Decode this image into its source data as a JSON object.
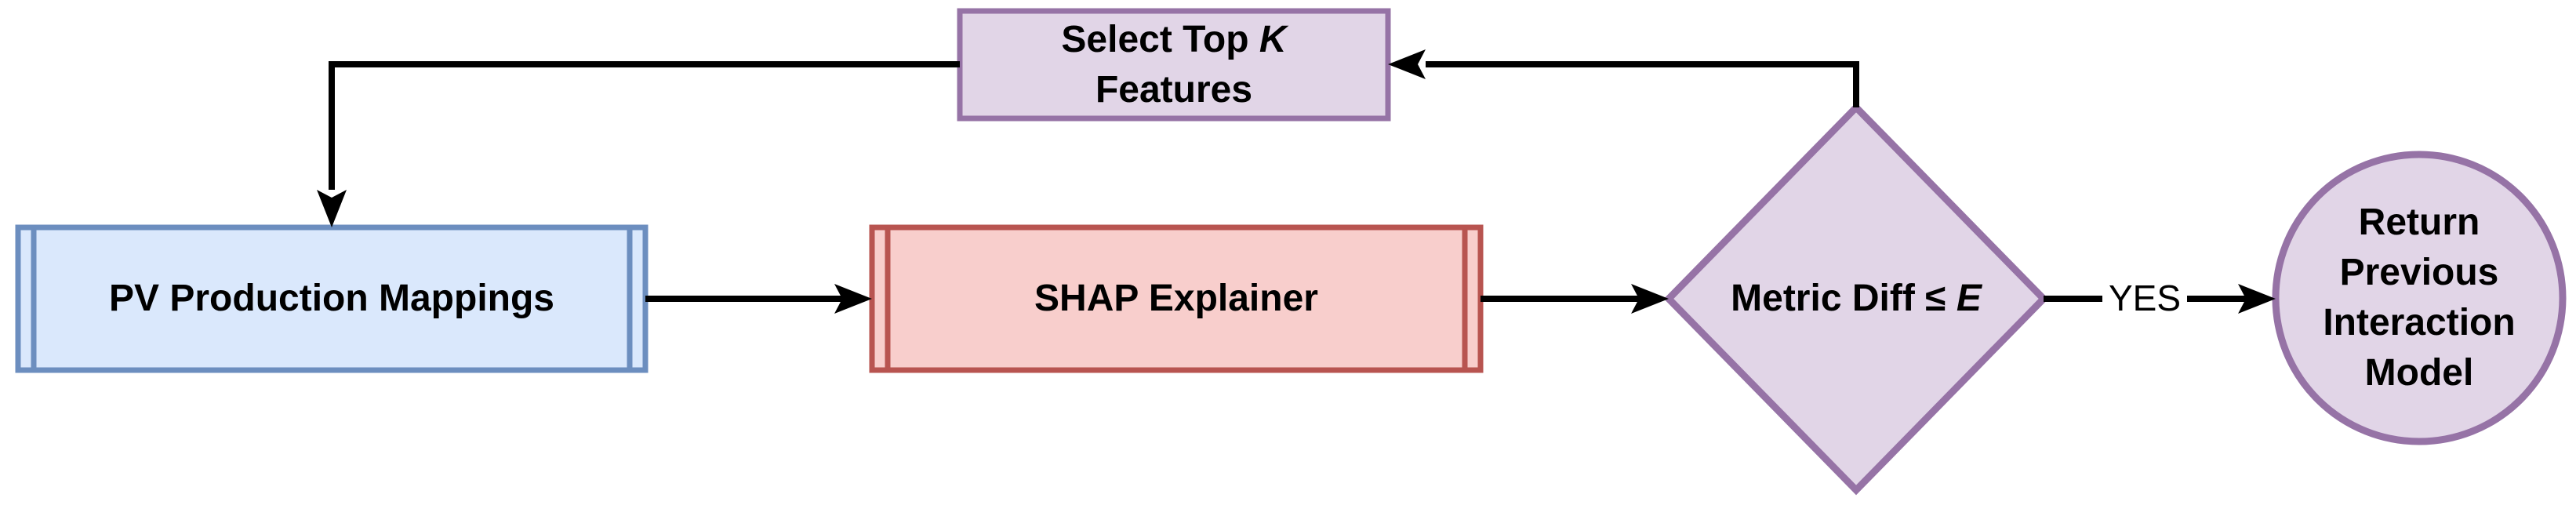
{
  "colors": {
    "background": "#ffffff",
    "line": "#000000",
    "text": "#000000",
    "purple_fill": "#E1D5E7",
    "purple_stroke": "#9673A6",
    "blue_fill": "#DAE8FC",
    "blue_stroke": "#6C8EBF",
    "red_fill": "#F8CECC",
    "red_stroke": "#B85450"
  },
  "nodes": {
    "select_top_k": {
      "type": "process",
      "label_line1_prefix": "Select Top ",
      "label_line1_var": "K",
      "label_line2": "Features"
    },
    "pv_production_mappings": {
      "type": "subroutine",
      "label": "PV Production Mappings"
    },
    "shap_explainer": {
      "type": "subroutine",
      "label": "SHAP Explainer"
    },
    "metric_diff": {
      "type": "decision",
      "label_prefix": "Metric Diff ≤ ",
      "label_var": "E"
    },
    "return_previous_interaction_model": {
      "type": "terminal",
      "lines": [
        "Return",
        "Previous",
        "Interaction",
        "Model"
      ]
    }
  },
  "edges": {
    "yes_label": "YES"
  }
}
